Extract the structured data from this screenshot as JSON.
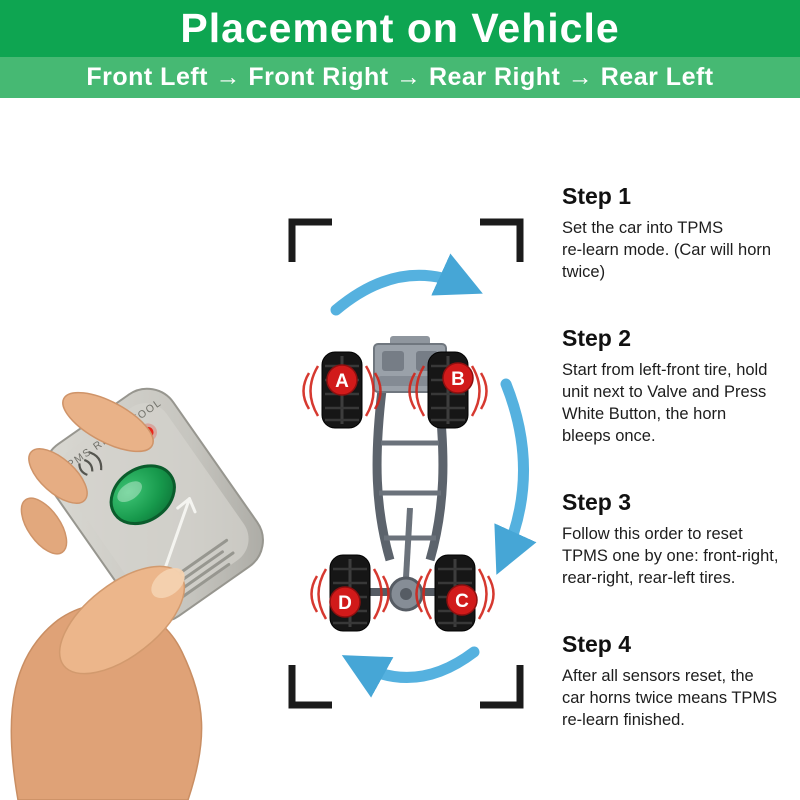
{
  "header": {
    "title": "Placement on Vehicle",
    "subtitle": "Front Left → Front Right → Rear Right → Rear Left"
  },
  "device": {
    "label": "TPMS RESET TOOL"
  },
  "diagram": {
    "wheel_labels": [
      "A",
      "B",
      "C",
      "D"
    ]
  },
  "steps": [
    {
      "title": "Step 1",
      "text": "Set the car into TPMS\nre-learn mode. (Car will horn\ntwice)"
    },
    {
      "title": "Step 2",
      "text": "Start from left-front tire, hold\nunit next to Valve and Press\nWhite Button, the horn\nbleeps once."
    },
    {
      "title": "Step 3",
      "text": "Follow this order to reset\nTPMS one by one: front-right,\nrear-right, rear-left tires."
    },
    {
      "title": "Step 4",
      "text": "After all sensors reset, the\ncar horns twice means TPMS\nre-learn finished."
    }
  ],
  "colors": {
    "header_green": "#0ea551",
    "subheader_green": "#46b973",
    "wheel_label_red": "#d11a1a",
    "signal_wave_red": "#d2241a",
    "arrow_blue": "#55b1df",
    "button_green": "#17994c",
    "led_red": "#e8271c"
  }
}
